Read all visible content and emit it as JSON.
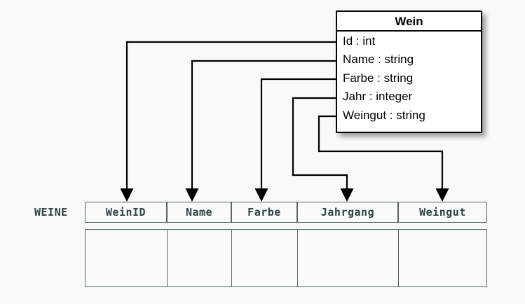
{
  "diagram": {
    "type": "uml-to-relational-mapping",
    "background_color": "#f9f9f9"
  },
  "uml_class": {
    "name": "Wein",
    "border_color": "#000000",
    "fill_color": "#ffffff",
    "attributes": [
      {
        "label": "Id : int",
        "attr_name": "Id",
        "attr_type": "int"
      },
      {
        "label": "Name : string",
        "attr_name": "Name",
        "attr_type": "string"
      },
      {
        "label": "Farbe : string",
        "attr_name": "Farbe",
        "attr_type": "string"
      },
      {
        "label": "Jahr : integer",
        "attr_name": "Jahr",
        "attr_type": "integer"
      },
      {
        "label": "Weingut : string",
        "attr_name": "Weingut",
        "attr_type": "string"
      }
    ]
  },
  "relational_table": {
    "table_name": "WEINE",
    "border_color": "#52666b",
    "text_color": "#2e4347",
    "columns": [
      {
        "label": "WeinID",
        "width": 117
      },
      {
        "label": "Name",
        "width": 92
      },
      {
        "label": "Farbe",
        "width": 94
      },
      {
        "label": "Jahrgang",
        "width": 144
      },
      {
        "label": "Weingut",
        "width": 127
      }
    ],
    "rows": [
      [
        "",
        "",
        "",
        "",
        ""
      ]
    ]
  },
  "connectors": {
    "arrow_color": "#000000",
    "mappings": [
      {
        "from": "Id",
        "to": "WeinID",
        "arrow": "arrow-id-to-weinid"
      },
      {
        "from": "Name",
        "to": "Name",
        "arrow": "arrow-name-to-name"
      },
      {
        "from": "Farbe",
        "to": "Farbe",
        "arrow": "arrow-farbe-to-farbe"
      },
      {
        "from": "Jahr",
        "to": "Jahrgang",
        "arrow": "arrow-jahr-to-jahrgang"
      },
      {
        "from": "Weingut",
        "to": "Weingut",
        "arrow": "arrow-weingut-to-weingut"
      }
    ]
  }
}
